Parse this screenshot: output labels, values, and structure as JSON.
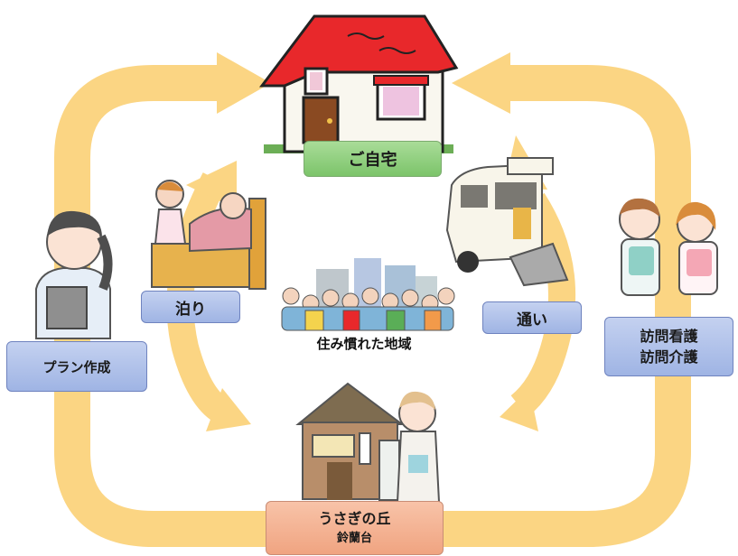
{
  "diagram": {
    "center_caption": "住み慣れた地域",
    "nodes": {
      "home": "ご自宅",
      "stay": "泊り",
      "commute": "通い",
      "plan": "プラン作成",
      "visit_line1": "訪問看護",
      "visit_line2": "訪問介護",
      "facility_line1": "うさぎの丘",
      "facility_line2": "鈴蘭台"
    },
    "colors": {
      "arrow": "#fbd583",
      "roof": "#e8282b",
      "label_green": "#8ccd78",
      "label_blue": "#aabde8",
      "label_orange": "#f2ae8c"
    },
    "icons": [
      "house-illustration",
      "bed-care-illustration",
      "welfare-van-illustration",
      "caregiver-clipboard-illustration",
      "nurse-pair-illustration",
      "facility-house-illustration",
      "community-crowd-illustration"
    ]
  }
}
